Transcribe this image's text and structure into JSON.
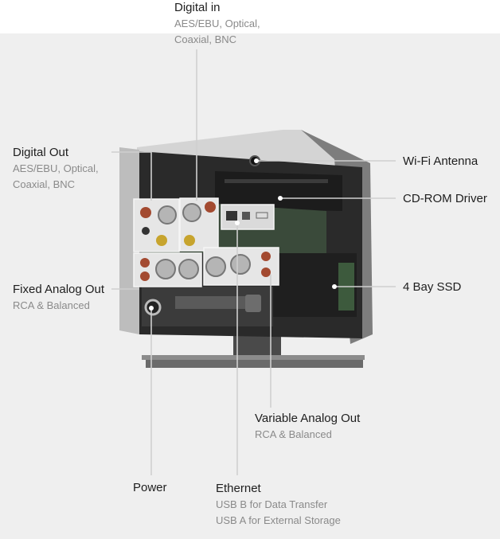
{
  "callouts": {
    "digital_in": {
      "title": "Digital in",
      "lines": [
        "AES/EBU, Optical,",
        "Coaxial, BNC"
      ]
    },
    "digital_out": {
      "title": "Digital Out",
      "lines": [
        "AES/EBU, Optical,",
        "Coaxial, BNC"
      ]
    },
    "fixed_analog_out": {
      "title": "Fixed Analog Out",
      "lines": [
        "RCA & Balanced"
      ]
    },
    "wifi_antenna": {
      "title": "Wi-Fi Antenna"
    },
    "cd_rom": {
      "title": "CD-ROM Driver"
    },
    "bay_ssd": {
      "title": "4 Bay SSD"
    },
    "variable_analog_out": {
      "title": "Variable Analog Out",
      "lines": [
        "RCA & Balanced"
      ]
    },
    "power": {
      "title": "Power"
    },
    "ethernet": {
      "title": "Ethernet",
      "lines": [
        "USB B for Data Transfer",
        "USB A for External Storage"
      ]
    }
  }
}
